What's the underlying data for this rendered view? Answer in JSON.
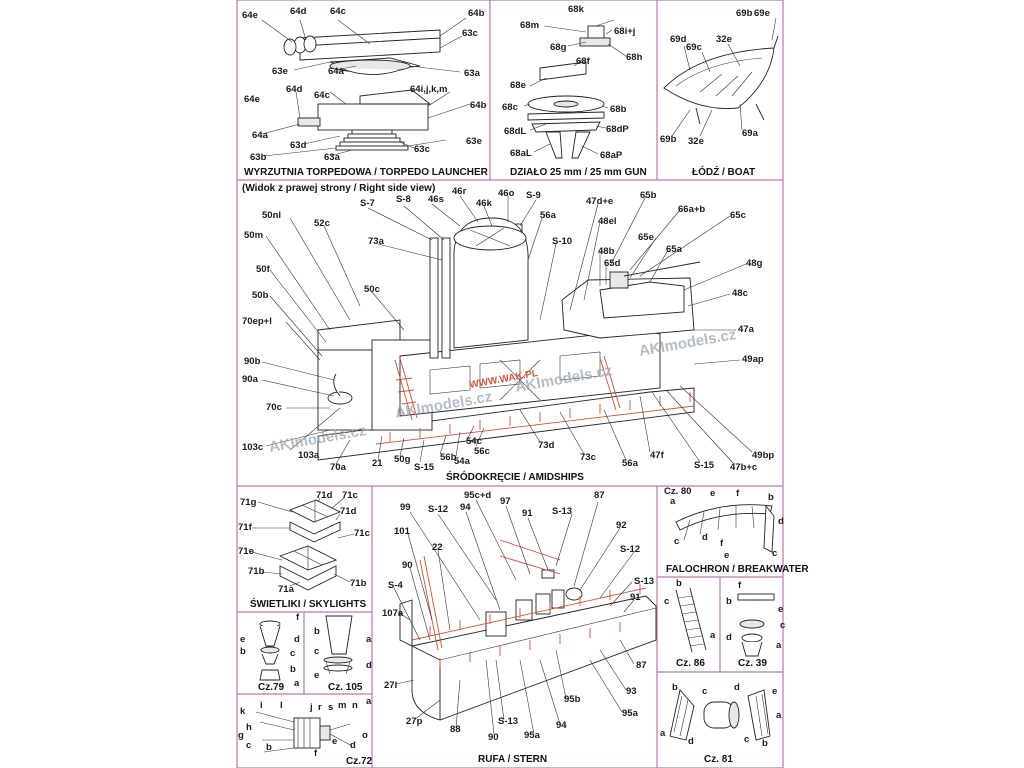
{
  "sections": {
    "torpedo": {
      "title": "WYRZUTNIA TORPEDOWA / TORPEDO LAUNCHER",
      "labels": [
        "64e",
        "64d",
        "64c",
        "64b",
        "63c",
        "63e",
        "64a",
        "63a",
        "64e",
        "64d",
        "64c",
        "64i,j,k,m",
        "64b",
        "64a",
        "63d",
        "63c",
        "63e",
        "63b",
        "63a"
      ]
    },
    "gun": {
      "title": "DZIAŁO 25 mm / 25 mm GUN",
      "labels": [
        "68k",
        "68m",
        "68i+j",
        "68g",
        "68h",
        "68f",
        "68e",
        "68c",
        "68b",
        "68dL",
        "68dP",
        "68aL",
        "68aP"
      ]
    },
    "boat": {
      "title": "ŁÓDŹ / BOAT",
      "labels": [
        "69b",
        "69e",
        "69d",
        "69c",
        "32e",
        "69b",
        "32e",
        "69a"
      ]
    },
    "amidships": {
      "title": "ŚRÓDOKRĘCIE / AMIDSHIPS",
      "subtitle": "(Widok z prawej strony / Right side view)",
      "labels": [
        "50nl",
        "50m",
        "50f",
        "50b",
        "70ep+l",
        "90b",
        "90a",
        "70c",
        "103c",
        "52c",
        "S-7",
        "S-8",
        "46s",
        "46r",
        "46k",
        "46o",
        "S-9",
        "73a",
        "50c",
        "56a",
        "S-10",
        "47d+e",
        "48el",
        "48b",
        "65d",
        "65b",
        "66a+b",
        "65e",
        "65a",
        "65c",
        "48g",
        "48c",
        "47a",
        "49ap",
        "103a",
        "70a",
        "21",
        "50g",
        "S-15",
        "56b",
        "54a",
        "54c",
        "56c",
        "73d",
        "73c",
        "56a",
        "47f",
        "S-15",
        "47b+c",
        "49bp"
      ]
    },
    "skylights": {
      "title": "ŚWIETLIKI / SKYLIGHTS",
      "labels": [
        "71g",
        "71d",
        "71c",
        "71d",
        "71f",
        "71c",
        "71e",
        "71b",
        "71a",
        "71b"
      ]
    },
    "stern": {
      "title": "RUFA / STERN",
      "labels": [
        "99",
        "S-12",
        "95c+d",
        "97",
        "87",
        "94",
        "91",
        "S-13",
        "101",
        "22",
        "92",
        "S-12",
        "90",
        "S-4",
        "S-13",
        "91",
        "107a",
        "87",
        "27l",
        "93",
        "95b",
        "95a",
        "27p",
        "88",
        "90",
        "S-13",
        "95a",
        "94"
      ]
    },
    "breakwater": {
      "title": "FALOCHRON / BREAKWATER",
      "labels": [
        "Cz. 80",
        "a",
        "e",
        "f",
        "b",
        "d",
        "c",
        "d",
        "f",
        "e",
        "c"
      ]
    },
    "cz86": {
      "caption": "Cz. 86",
      "labels": [
        "b",
        "c",
        "a"
      ]
    },
    "cz39": {
      "caption": "Cz. 39",
      "labels": [
        "f",
        "b",
        "e",
        "c",
        "d",
        "a"
      ]
    },
    "cz79": {
      "caption": "Cz.79",
      "labels": [
        "f",
        "d",
        "e",
        "b",
        "c",
        "b",
        "a"
      ]
    },
    "cz105": {
      "caption": "Cz. 105",
      "labels": [
        "b",
        "a",
        "c",
        "d",
        "e"
      ]
    },
    "cz72": {
      "caption": "Cz.72",
      "labels": [
        "j",
        "r",
        "s",
        "m",
        "n",
        "a",
        "k",
        "i",
        "l",
        "h",
        "g",
        "c",
        "b",
        "e",
        "d",
        "o",
        "f"
      ]
    },
    "cz81": {
      "caption": "Cz. 81",
      "labels": [
        "b",
        "c",
        "a",
        "d",
        "e",
        "a",
        "d",
        "c",
        "b"
      ]
    }
  },
  "watermarks": [
    "AKImodels.cz",
    "AKImodels.cz",
    "AKImodels.cz",
    "AKImodels.cz",
    "WWW.WAK.PL"
  ]
}
